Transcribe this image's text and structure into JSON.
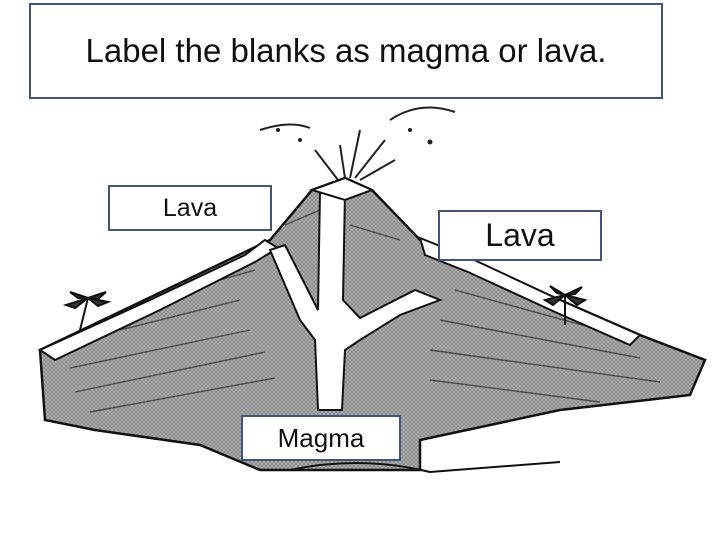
{
  "title": "Label the blanks as magma or lava.",
  "labels": {
    "left_upper": "Lava",
    "right_upper": "Lava",
    "bottom": "Magma"
  },
  "colors": {
    "box_border": "#41557a",
    "rock_fill": "#9c9c9c",
    "lava_fill": "#ffffff",
    "outline": "#111111"
  }
}
